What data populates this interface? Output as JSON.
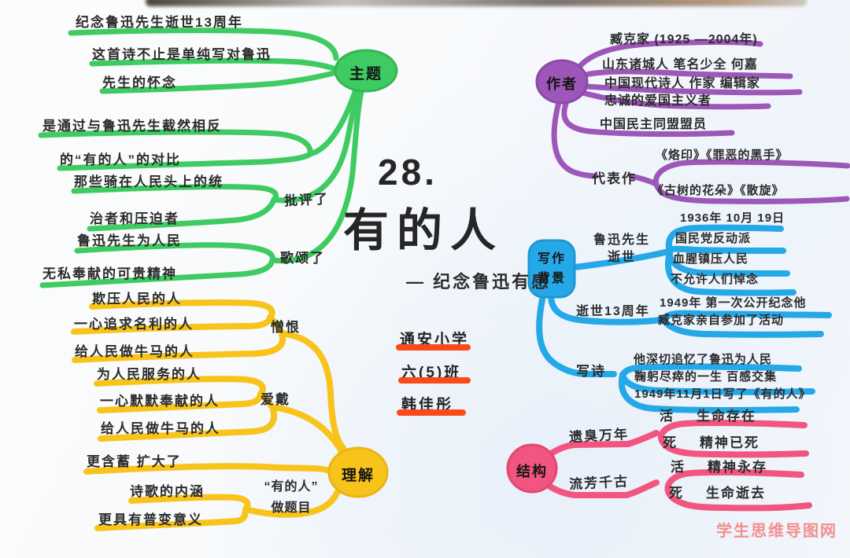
{
  "page": {
    "watermark": "学生思维导图网"
  },
  "title": {
    "lesson_no": "28.",
    "main": "有的人",
    "subtitle": "— 纪念鲁迅有感"
  },
  "signature": {
    "school": "通安小学",
    "class_name": "六(5)班",
    "student": "韩佳彤"
  },
  "colors": {
    "green": "#3ecb62",
    "yellow": "#f8c41c",
    "purple": "#9c57b8",
    "blue": "#25a8e8",
    "pink": "#f2557f",
    "orange": "#fa4a1a",
    "ink": "#2b2b2b",
    "watermark_pink": "#f28f8f"
  },
  "nodes": {
    "theme": "主题",
    "author": "作者",
    "background_l1": "写作",
    "background_l2": "背景",
    "structure": "结构",
    "understanding": "理解"
  },
  "theme": {
    "memorial": [
      "纪念鲁迅先生逝世13周年",
      "这首诗不止是单纯写对鲁迅",
      "先生的怀念"
    ],
    "contrast": [
      "是通过与鲁迅先生截然相反",
      "的“有的人”的对比"
    ],
    "criticize_label": "批评了",
    "criticize": [
      "那些骑在人民头上的统",
      "治者和压迫者"
    ],
    "praise_label": "歌颂了",
    "praise": [
      "鲁迅先生为人民",
      "无私奉献的可贵精神"
    ]
  },
  "understanding": {
    "hate_label": "憎恨",
    "hate": [
      "欺压人民的人",
      "一心追求名利的人",
      "给人民做牛马的人"
    ],
    "love_label": "爱戴",
    "love": [
      "为人民服务的人",
      "一心默默奉献的人",
      "给人民做牛马的人"
    ],
    "title_use_label_l1": "“有的人”",
    "title_use_label_l2": "做题目",
    "title_use": [
      "更含蓄  扩大了",
      "诗歌的内涵",
      "更具有普变意义"
    ]
  },
  "author": {
    "facts": [
      "臧克家 (1925 —2004年)",
      "山东诸城人  笔名少全  何嘉",
      "中国现代诗人  作家  编辑家",
      "忠诚的爱国主义者",
      "中国民主同盟盟员"
    ],
    "works_label": "代表作",
    "works": [
      "《烙印》《罪恶的黑手》",
      "《古树的花朵》《散旋》"
    ]
  },
  "background": {
    "death_label_l1": "鲁迅先生",
    "death_label_l2": "逝世",
    "death": [
      "1936年 10月 19日",
      "国民党反动派",
      "血腥镇压人民",
      "不允许人们悼念"
    ],
    "anniv_label": "逝世13周年",
    "anniv": [
      "1949年 第一次公开纪念他",
      "臧克家亲自参加了活动"
    ],
    "poem_label": "写诗",
    "poem": [
      "他深切追忆了鲁迅为人民",
      "鞠躬尽瘁的一生  百感交集",
      "1949年11月1日写了《有的人》"
    ]
  },
  "structure": {
    "infamy_label": "遗臭万年",
    "infamy": [
      {
        "state": "活",
        "desc": "生命存在"
      },
      {
        "state": "死",
        "desc": "精神已死"
      }
    ],
    "fame_label": "流芳千古",
    "fame": [
      {
        "state": "活",
        "desc": "精神永存"
      },
      {
        "state": "死",
        "desc": "生命逝去"
      }
    ]
  }
}
